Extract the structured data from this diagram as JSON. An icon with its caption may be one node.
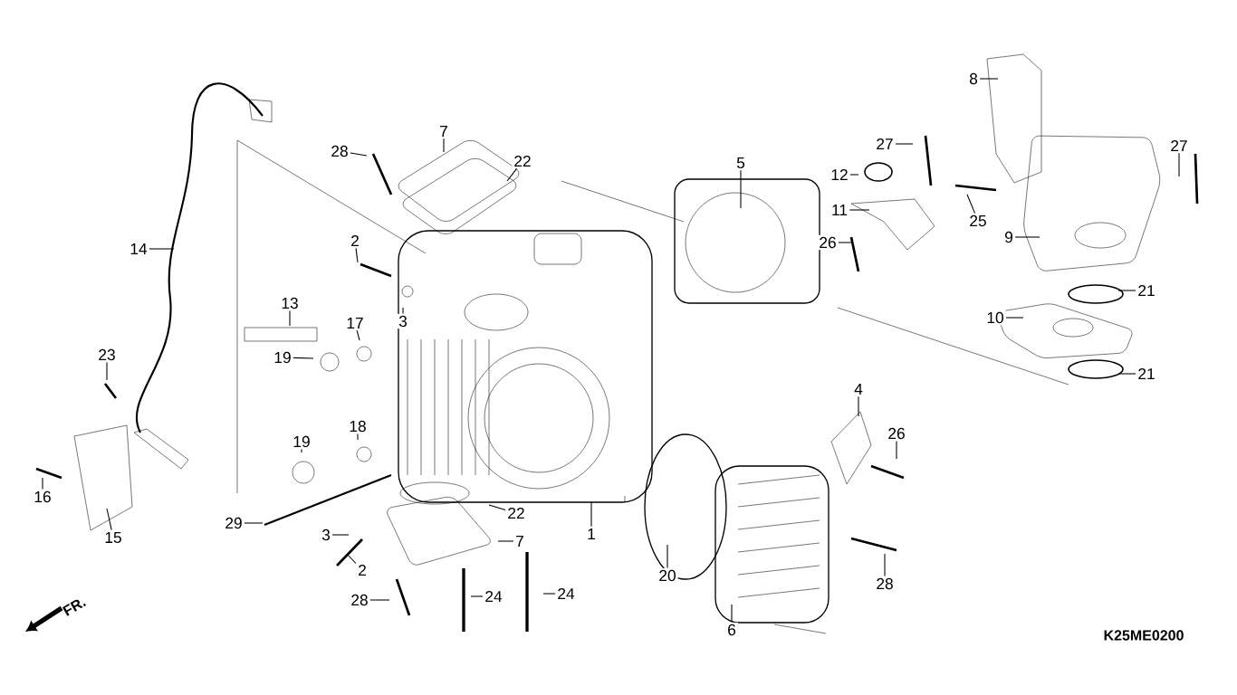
{
  "diagram": {
    "nodes": [
      {
        "text": [
          "8"
        ]
      },
      {
        "text": [
          "7"
        ]
      },
      {
        "text": [
          "27"
        ]
      },
      {
        "text": [
          "27"
        ]
      },
      {
        "text": [
          "28"
        ]
      },
      {
        "text": [
          "22"
        ]
      },
      {
        "text": [
          "5"
        ]
      },
      {
        "text": [
          "12"
        ]
      },
      {
        "text": [
          "11"
        ]
      },
      {
        "text": [
          "25"
        ]
      },
      {
        "text": [
          "9"
        ]
      },
      {
        "text": [
          "2"
        ]
      },
      {
        "text": [
          "26"
        ]
      },
      {
        "text": [
          "14"
        ]
      },
      {
        "text": [
          "21"
        ]
      },
      {
        "text": [
          "13"
        ]
      },
      {
        "text": [
          "10"
        ]
      },
      {
        "text": [
          "3"
        ]
      },
      {
        "text": [
          "17"
        ]
      },
      {
        "text": [
          "23"
        ]
      },
      {
        "text": [
          "19"
        ]
      },
      {
        "text": [
          "21"
        ]
      },
      {
        "text": [
          "4"
        ]
      },
      {
        "text": [
          "18"
        ]
      },
      {
        "text": [
          "26"
        ]
      },
      {
        "text": [
          "19"
        ]
      },
      {
        "text": [
          "16"
        ]
      },
      {
        "text": [
          "22"
        ]
      },
      {
        "text": [
          "29"
        ]
      },
      {
        "text": [
          "1"
        ]
      },
      {
        "text": [
          "3"
        ]
      },
      {
        "text": [
          "15"
        ]
      },
      {
        "text": [
          "7"
        ]
      },
      {
        "text": [
          "2"
        ]
      },
      {
        "text": [
          "20"
        ]
      },
      {
        "text": [
          "28"
        ]
      },
      {
        "text": [
          "24"
        ]
      },
      {
        "text": [
          "24"
        ]
      },
      {
        "text": [
          "28"
        ]
      },
      {
        "text": [
          "6"
        ]
      }
    ],
    "edges": [
      {
        "from": 0,
        "to": null,
        "arrow": "none"
      },
      {
        "from": 1,
        "to": null,
        "arrow": "none"
      },
      {
        "from": 2,
        "to": null,
        "arrow": "none"
      },
      {
        "from": 3,
        "to": null,
        "arrow": "none"
      },
      {
        "from": 4,
        "to": null,
        "arrow": "none"
      },
      {
        "from": 5,
        "to": null,
        "arrow": "none"
      },
      {
        "from": 6,
        "to": null,
        "arrow": "none"
      },
      {
        "from": 7,
        "to": null,
        "arrow": "none"
      },
      {
        "from": 8,
        "to": null,
        "arrow": "none"
      },
      {
        "from": 9,
        "to": null,
        "arrow": "none"
      },
      {
        "from": 10,
        "to": null,
        "arrow": "none"
      },
      {
        "from": 11,
        "to": null,
        "arrow": "none"
      },
      {
        "from": 12,
        "to": null,
        "arrow": "none"
      },
      {
        "from": 13,
        "to": null,
        "arrow": "none"
      },
      {
        "from": 14,
        "to": null,
        "arrow": "none"
      },
      {
        "from": 15,
        "to": null,
        "arrow": "none"
      },
      {
        "from": 16,
        "to": null,
        "arrow": "none"
      },
      {
        "from": 17,
        "to": null,
        "arrow": "none"
      },
      {
        "from": 18,
        "to": null,
        "arrow": "none"
      },
      {
        "from": 19,
        "to": null,
        "arrow": "none"
      },
      {
        "from": 20,
        "to": null,
        "arrow": "none"
      },
      {
        "from": 21,
        "to": null,
        "arrow": "none"
      },
      {
        "from": 22,
        "to": null,
        "arrow": "none"
      },
      {
        "from": 23,
        "to": null,
        "arrow": "none"
      },
      {
        "from": 24,
        "to": null,
        "arrow": "none"
      },
      {
        "from": 25,
        "to": null,
        "arrow": "none"
      },
      {
        "from": 26,
        "to": null,
        "arrow": "none"
      },
      {
        "from": 27,
        "to": null,
        "arrow": "none"
      },
      {
        "from": 28,
        "to": null,
        "arrow": "none"
      },
      {
        "from": 29,
        "to": null,
        "arrow": "none"
      },
      {
        "from": 30,
        "to": null,
        "arrow": "none"
      },
      {
        "from": 31,
        "to": null,
        "arrow": "none"
      },
      {
        "from": 32,
        "to": null,
        "arrow": "none"
      },
      {
        "from": 33,
        "to": null,
        "arrow": "none"
      },
      {
        "from": 34,
        "to": null,
        "arrow": "none"
      },
      {
        "from": 35,
        "to": null,
        "arrow": "none"
      },
      {
        "from": 36,
        "to": null,
        "arrow": "none"
      },
      {
        "from": 37,
        "to": null,
        "arrow": "none"
      },
      {
        "from": 38,
        "to": null,
        "arrow": "none"
      },
      {
        "from": 39,
        "to": null,
        "arrow": "none"
      }
    ],
    "labels": [
      "FR.",
      "K25ME0200"
    ]
  }
}
